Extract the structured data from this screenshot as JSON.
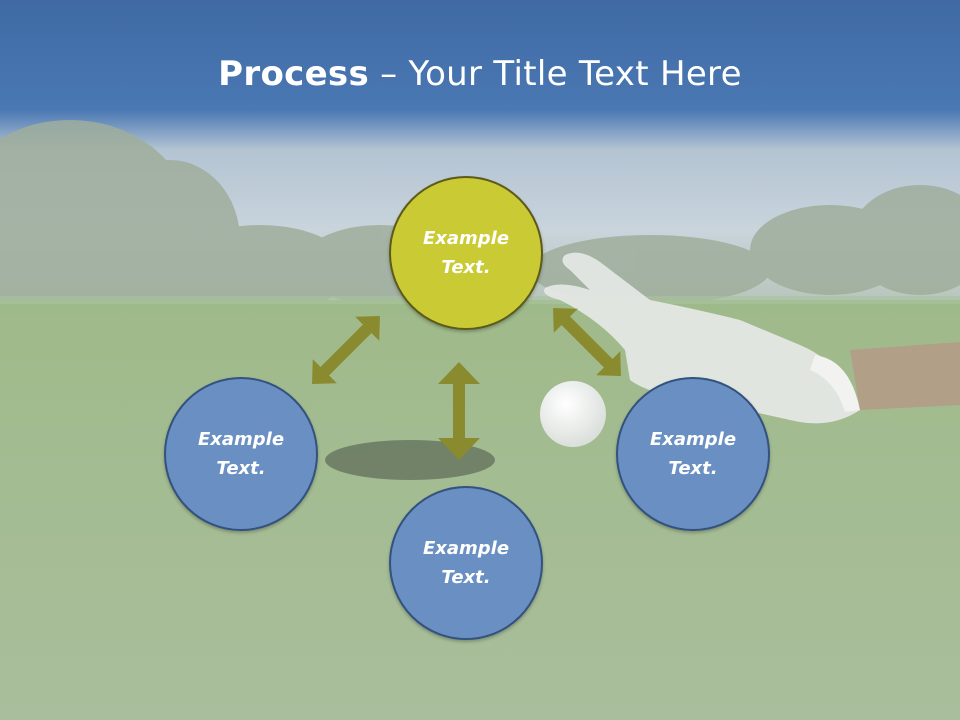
{
  "title": {
    "bold": "Process",
    "rest": " – Your Title Text Here"
  },
  "nodes": {
    "top": "Example Text.",
    "left": "Example Text.",
    "right": "Example Text.",
    "bottom": "Example Text."
  },
  "colors": {
    "header_blue": "#4a78b3",
    "node_blue": "#6a8fc2",
    "node_yellow": "#c9ca34",
    "arrow_olive": "#8a8a2e"
  },
  "icons": [
    "double-arrow-icon"
  ]
}
